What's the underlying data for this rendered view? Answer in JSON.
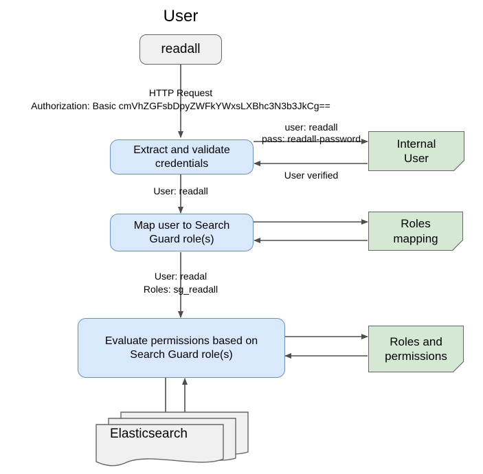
{
  "diagram": {
    "title": "Search Guard authentication and authorization flow",
    "colors": {
      "process_fill": "#dae8fc",
      "process_stroke": "#6c8ebf",
      "note_fill": "#d5e8d4",
      "note_stroke": "#666666",
      "actor_fill": "#f0f0f0",
      "actor_stroke": "#666666",
      "doc_fill": "#f0f0f0",
      "edge_stroke": "#4d4d4d",
      "background": "#ffffff"
    }
  },
  "actor": {
    "heading": "User",
    "box_label": "readall"
  },
  "request": {
    "line1": "HTTP Request",
    "line2": "Authorization: Basic cmVhZGFsbDpyZWFkYWxsLXBhc3N3b3JkCg=="
  },
  "steps": [
    {
      "id": "extract",
      "line1": "Extract and validate",
      "line2": "credentials"
    },
    {
      "id": "map",
      "line1": "Map user to Search",
      "line2": "Guard role(s)"
    },
    {
      "id": "evaluate",
      "line1": "Evaluate permissions based on",
      "line2": "Search Guard role(s)"
    }
  ],
  "notes": [
    {
      "id": "internal-user",
      "line1": "Internal",
      "line2": "User"
    },
    {
      "id": "roles-mapping",
      "line1": "Roles",
      "line2": "mapping"
    },
    {
      "id": "roles-permissions",
      "line1": "Roles and",
      "line2": "permissions"
    }
  ],
  "edge_labels": {
    "credentials_out_line1": "user: readall",
    "credentials_out_line2": "pass: readall-password",
    "credentials_in": "User verified",
    "user_readall": "User: readall",
    "roles_line1": "User: readal",
    "roles_line2": "Roles: sg_readall"
  },
  "datastore": {
    "label": "Elasticsearch"
  }
}
